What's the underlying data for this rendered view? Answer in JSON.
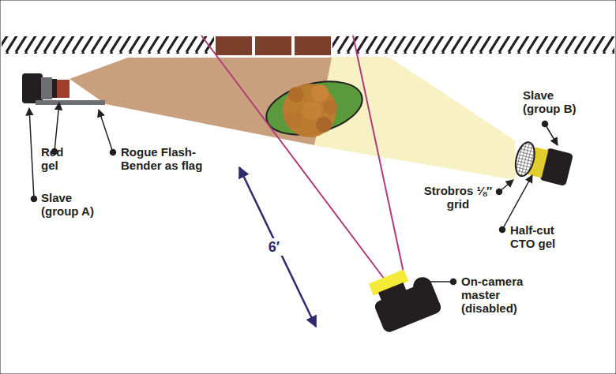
{
  "diagram": {
    "labels": [
      "Slave (group B)",
      "Red gel",
      "Rogue Flash-Bender as flag",
      "Strobros ⅛″ grid",
      "Slave (group A)",
      "Half-cut CTO gel",
      "6′",
      "On-camera master (disabled)"
    ]
  }
}
